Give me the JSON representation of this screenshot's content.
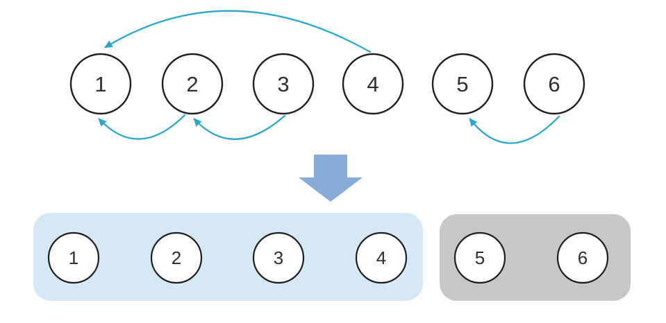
{
  "diagram": {
    "top_row": {
      "nodes": [
        {
          "label": "1"
        },
        {
          "label": "2"
        },
        {
          "label": "3"
        },
        {
          "label": "4"
        },
        {
          "label": "5"
        },
        {
          "label": "6"
        }
      ],
      "links": [
        {
          "from": "4",
          "to": "1",
          "shape": "arc-over-top"
        },
        {
          "from": "2",
          "to": "1",
          "shape": "arc-under"
        },
        {
          "from": "3",
          "to": "2",
          "shape": "arc-under"
        },
        {
          "from": "6",
          "to": "5",
          "shape": "arc-under"
        }
      ]
    },
    "transform": {
      "icon": "down-arrow-icon"
    },
    "result_groups": [
      {
        "id": "group-1-2-3-4",
        "fill": "#d4e9f5",
        "nodes": [
          {
            "label": "1"
          },
          {
            "label": "2"
          },
          {
            "label": "3"
          },
          {
            "label": "4"
          }
        ]
      },
      {
        "id": "group-5-6",
        "fill": "#c7c7c9",
        "nodes": [
          {
            "label": "5"
          },
          {
            "label": "6"
          }
        ]
      }
    ],
    "colors": {
      "link_arrow": "#29a8c9",
      "transform_arrow": "#87abd7",
      "group_1_fill": "#d4e9f5",
      "group_2_fill": "#c7c7c9",
      "node_fill": "#ffffff",
      "node_stroke": "#1d1d1f"
    }
  }
}
